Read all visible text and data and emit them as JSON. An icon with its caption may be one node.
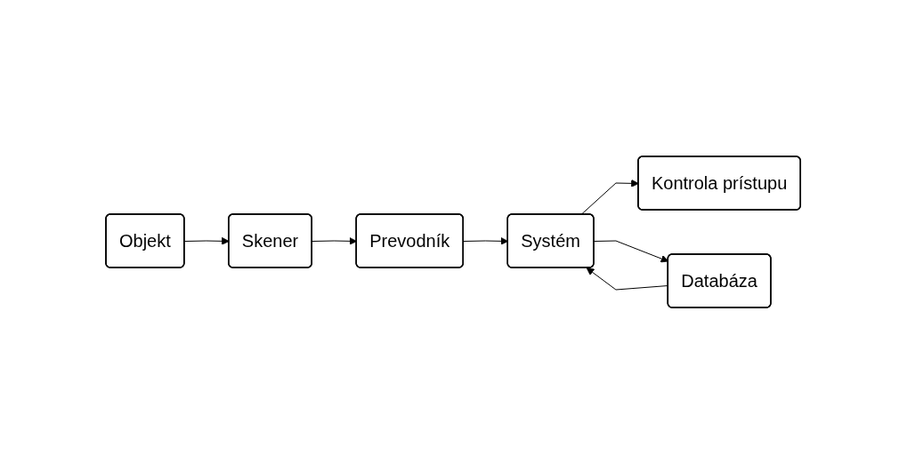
{
  "diagram": {
    "nodes": [
      {
        "text": [
          "Objekt"
        ]
      },
      {
        "text": [
          "Skener"
        ]
      },
      {
        "text": [
          "Prevodník"
        ]
      },
      {
        "text": [
          "Systém"
        ]
      },
      {
        "text": [
          "Kontrola prístupu"
        ]
      },
      {
        "text": [
          "Databáza"
        ]
      }
    ],
    "edges": [
      {
        "from": 0,
        "to": 1,
        "arrow": "to"
      },
      {
        "from": 1,
        "to": 2,
        "arrow": "to"
      },
      {
        "from": 2,
        "to": 3,
        "arrow": "to"
      },
      {
        "from": 3,
        "to": 4,
        "arrow": "to"
      },
      {
        "from": 3,
        "to": 5,
        "arrow": "to"
      },
      {
        "from": 5,
        "to": 3,
        "arrow": "to"
      }
    ]
  }
}
